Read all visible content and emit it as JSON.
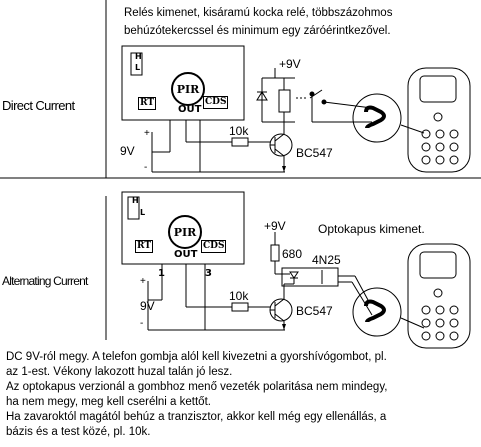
{
  "header": {
    "line1": "Relés kimenet, kisáramú kocka relé, többszázohmos",
    "line2": "behúzótekercssel és minimum egy záróérintkezővel."
  },
  "direct": {
    "label": "Direct Current",
    "module": {
      "h": "H",
      "l": "L",
      "pir": "PIR",
      "rt": "RT",
      "out": "OUT",
      "cds": "CDS"
    },
    "supply_plus": "+9V",
    "battery": "9V",
    "plus": "+",
    "minus": "-",
    "resistor": "10k",
    "transistor": "BC547"
  },
  "alternating": {
    "label": "Alternating Current",
    "title": "Optokapus kimenet.",
    "module": {
      "h": "H",
      "l": "L",
      "pir": "PIR",
      "rt": "RT",
      "out": "OUT",
      "cds": "CDS",
      "pin1": "1",
      "pin3": "3"
    },
    "supply_plus": "+9V",
    "r680": "680",
    "opto": "4N25",
    "battery": "9V",
    "plus": "+",
    "minus": "-",
    "resistor": "10k",
    "transistor": "BC547"
  },
  "notes": [
    "DC 9V-ról megy. A telefon gombja alól kell kivezetni a gyorshívógombot, pl.",
    "az 1-est. Vékony lakozott huzal talán jó lesz.",
    "Az optokapus verzionál a gombhoz menő vezeték polaritása nem mindegy,",
    "ha nem megy, meg kell cserélni a kettőt.",
    "Ha zavaroktól magától behúz a tranzisztor, akkor kell még egy ellenállás, a",
    "bázis és a test közé, pl. 10k."
  ]
}
